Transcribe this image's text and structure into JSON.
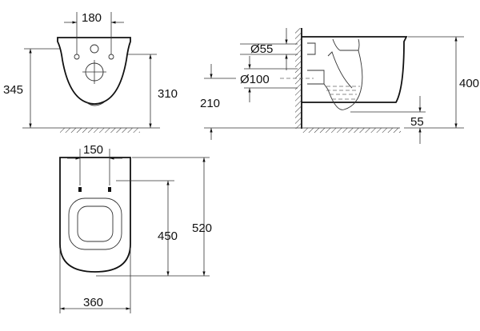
{
  "drawing": {
    "front_view": {
      "width_label": "180",
      "total_height_label": "345",
      "bowl_height_label": "310"
    },
    "side_view": {
      "inlet_label": "Ø55",
      "outlet_label": "Ø100",
      "outlet_height_label": "210",
      "height_label": "400",
      "bottom_offset_label": "55"
    },
    "top_view": {
      "hole_spacing_label": "150",
      "seat_length_label": "450",
      "total_length_label": "520",
      "width_label": "360"
    }
  },
  "colors": {
    "line": "#111111",
    "background": "#ffffff"
  }
}
